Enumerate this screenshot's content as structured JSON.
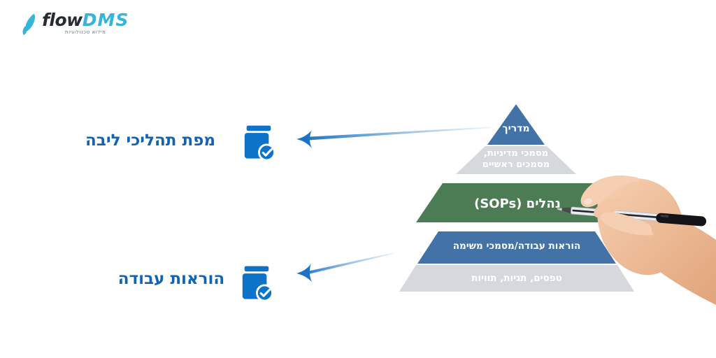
{
  "logo": {
    "brand_primary": "flow",
    "brand_secondary": "DMS",
    "tagline": "מילוא טכנולוגיות"
  },
  "colors": {
    "blue_band": "#4373a6",
    "gray_band": "#d5d8dd",
    "green_band": "#4c7c53",
    "label_blue": "#1263b5",
    "icon_blue": "#0c73c9",
    "arrow_blue": "#1b72c6",
    "brand_dark": "#262b36",
    "brand_cyan": "#35b5d8"
  },
  "left_labels": [
    {
      "id": "core-process-map",
      "text": "מפת תהליכי ליבה",
      "icon": "book-check-icon"
    },
    {
      "id": "work-instructions",
      "text": "הוראות עבודה",
      "icon": "book-check-icon"
    }
  ],
  "pyramid": {
    "levels": [
      {
        "label": "מדריך",
        "color": "#4373a6",
        "shape": "triangle"
      },
      {
        "label_line1": "מסמכי מדיניות,",
        "label_line2": "מסמכים ראשיים",
        "color": "#d5d8dd",
        "shape": "trapezoid"
      },
      {
        "label": "נהלים (SOPs)",
        "color": "#4c7c53",
        "shape": "trapezoid-emphasized"
      },
      {
        "label": "הוראות עבודה/מסמכי משימה",
        "color": "#4373a6",
        "shape": "trapezoid"
      },
      {
        "label": "טפסים, תגיות, תוויות",
        "color": "#d5d8dd",
        "shape": "trapezoid"
      }
    ]
  },
  "decorations": {
    "hand": "hand-holding-pen-pointing-at-sops"
  }
}
